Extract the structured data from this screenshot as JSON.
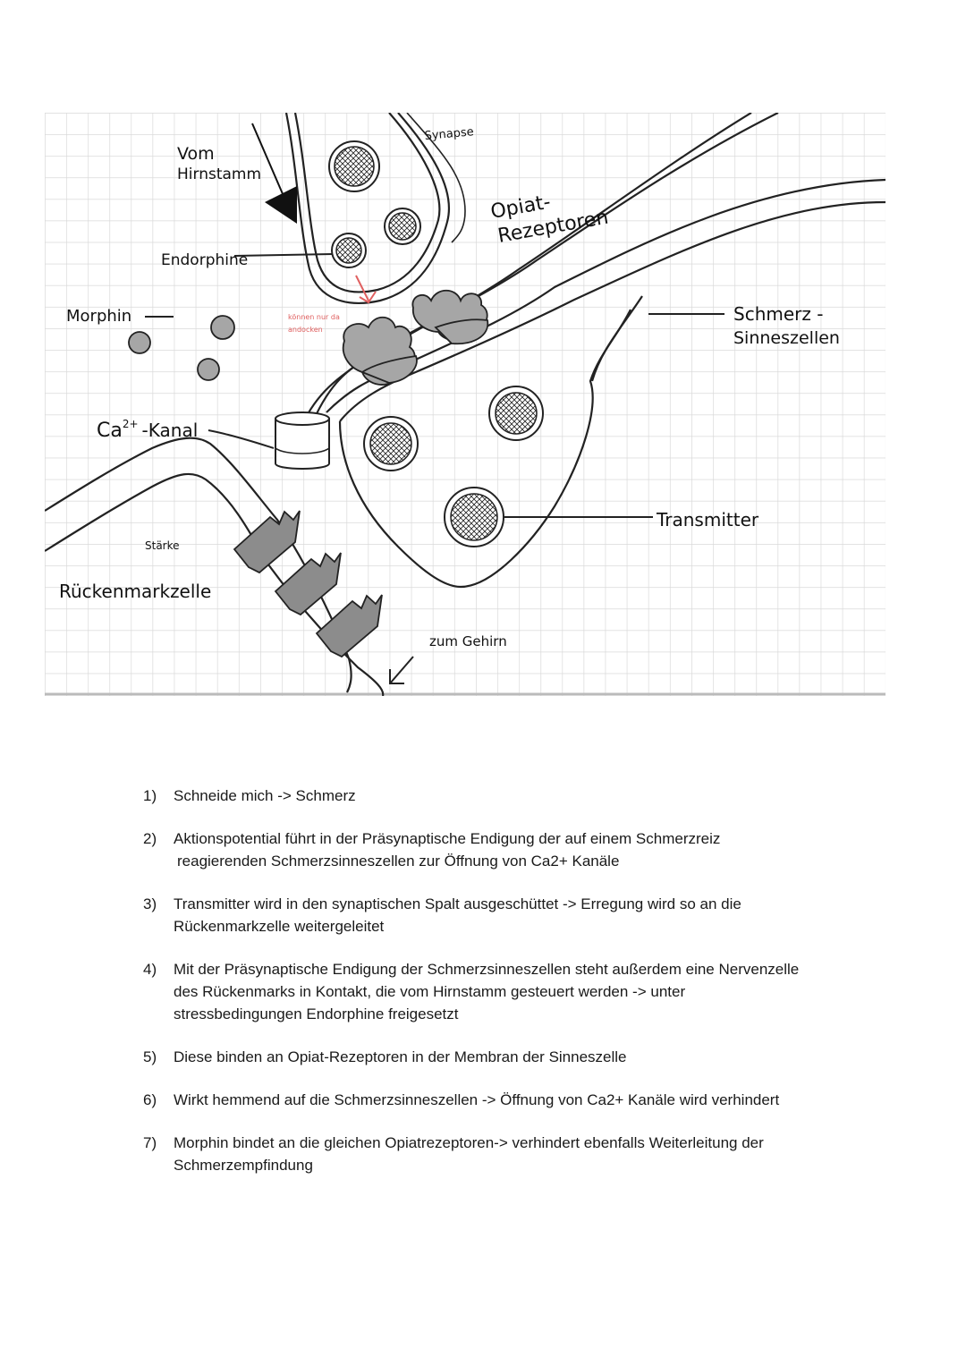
{
  "diagram": {
    "labels": {
      "vom_hirnstamm_1": "Vom",
      "vom_hirnstamm_2": "Hirnstamm",
      "synapse": "Synapse",
      "opiat_1": "Opiat-",
      "opiat_2": "Rezeptoren",
      "endorphine": "Endorphine",
      "morphin": "Morphin",
      "koennen_1": "können nur da",
      "koennen_2": "andocken",
      "schmerz_1": "Schmerz -",
      "schmerz_2": "Sinneszellen",
      "ca_kanal_main": "Ca",
      "ca_kanal_sup": "2+",
      "ca_kanal_rest": "-Kanal",
      "staerke": "Stärke",
      "rueckenmarkzelle": "Rückenmarkzelle",
      "transmitter": "Transmitter",
      "zum_gehirn": "zum Gehirn"
    },
    "colors": {
      "grid": "#d9d9d9",
      "receptor": "#a6a6a6",
      "red_note": "#e06060"
    }
  },
  "steps": [
    {
      "num": "1)",
      "lines": [
        "Schneide mich -> Schmerz"
      ]
    },
    {
      "num": "2)",
      "lines": [
        "Aktionspotential führt in der Präsynaptische Endigung der auf einem Schmerzreiz",
        "reagierenden Schmerzsinneszellen zur Öffnung von Ca2+ Kanäle"
      ]
    },
    {
      "num": "3)",
      "lines": [
        "Transmitter wird in den synaptischen Spalt ausgeschüttet -> Erregung wird so an die",
        "Rückenmarkzelle weitergeleitet"
      ]
    },
    {
      "num": "4)",
      "lines": [
        "Mit der Präsynaptische Endigung der Schmerzsinneszellen steht außerdem eine Nervenzelle",
        "des Rückenmarks in Kontakt, die vom Hirnstamm gesteuert werden -> unter",
        "stressbedingungen Endorphine freigesetzt"
      ]
    },
    {
      "num": "5)",
      "lines": [
        "Diese binden an Opiat-Rezeptoren in der Membran der Sinneszelle"
      ]
    },
    {
      "num": "6)",
      "lines": [
        "Wirkt hemmend auf die Schmerzsinneszellen -> Öffnung von Ca2+ Kanäle wird verhindert"
      ]
    },
    {
      "num": "7)",
      "lines": [
        "Morphin bindet an die gleichen Opiatrezeptoren-> verhindert ebenfalls Weiterleitung der",
        "Schmerzempfindung"
      ]
    }
  ]
}
